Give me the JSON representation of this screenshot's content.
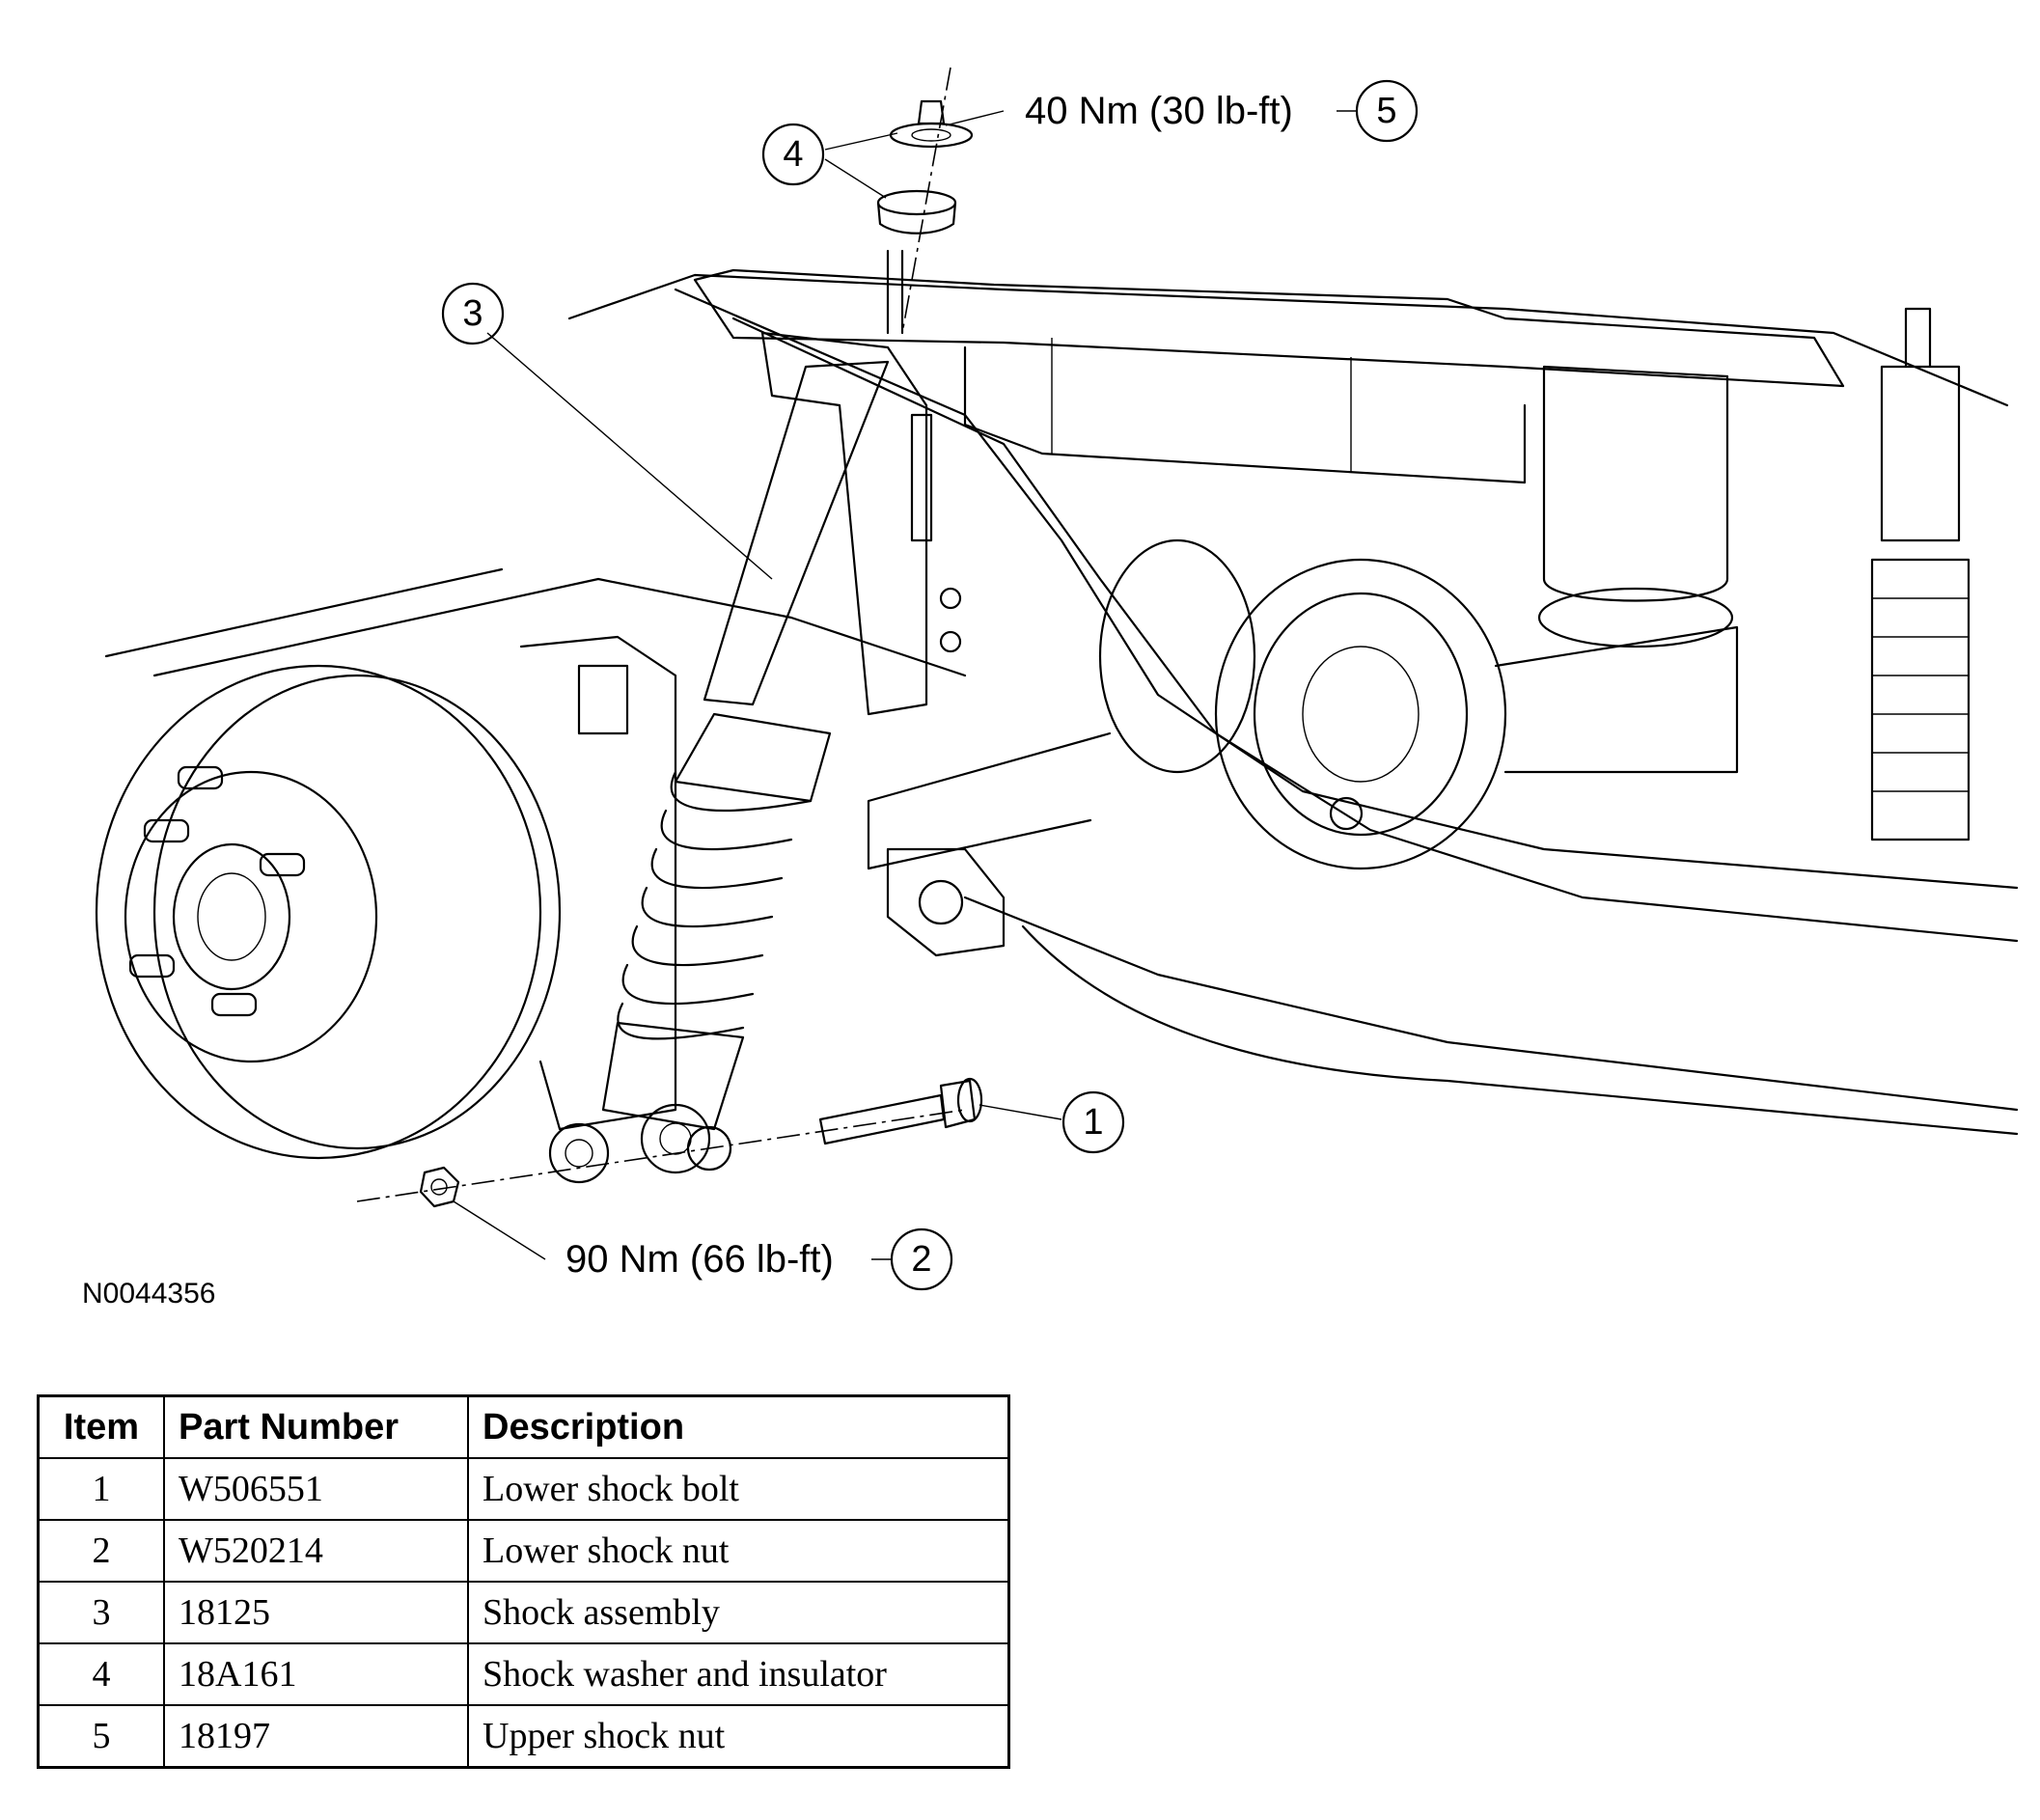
{
  "figure": {
    "code": "N0044356",
    "callouts": [
      {
        "num": "1",
        "torque": ""
      },
      {
        "num": "2",
        "torque": "90 Nm (66 lb-ft)"
      },
      {
        "num": "3",
        "torque": ""
      },
      {
        "num": "4",
        "torque": ""
      },
      {
        "num": "5",
        "torque": "40 Nm (30 lb-ft)"
      }
    ]
  },
  "table": {
    "headers": {
      "item": "Item",
      "part": "Part Number",
      "desc": "Description"
    },
    "rows": [
      {
        "item": "1",
        "part": "W506551",
        "desc": "Lower shock bolt"
      },
      {
        "item": "2",
        "part": "W520214",
        "desc": "Lower shock nut"
      },
      {
        "item": "3",
        "part": "18125",
        "desc": "Shock assembly"
      },
      {
        "item": "4",
        "part": "18A161",
        "desc": "Shock washer and insulator"
      },
      {
        "item": "5",
        "part": "18197",
        "desc": "Upper shock nut"
      }
    ]
  }
}
